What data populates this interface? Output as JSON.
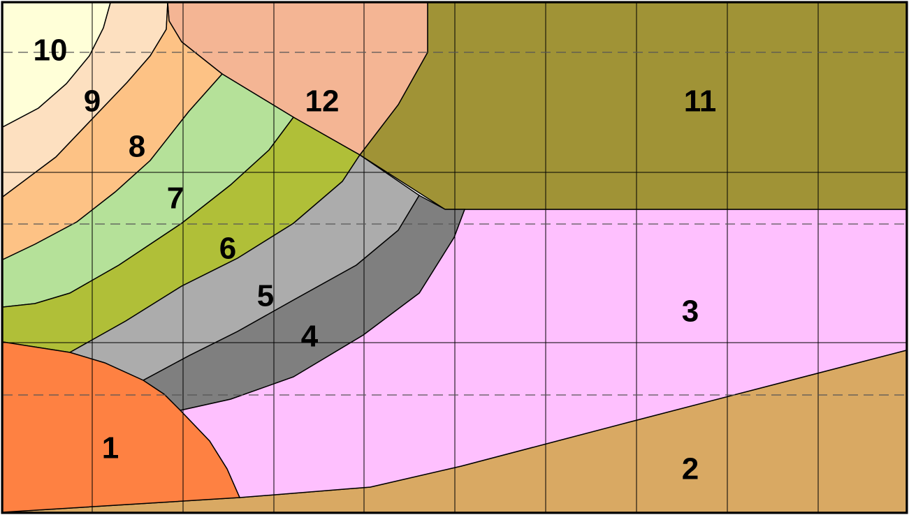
{
  "regions": [
    {
      "id": "10",
      "label": "10",
      "color": "#ffffd8"
    },
    {
      "id": "9",
      "label": "9",
      "color": "#fde0c0"
    },
    {
      "id": "8",
      "label": "8",
      "color": "#fdc285"
    },
    {
      "id": "7",
      "label": "7",
      "color": "#b5e199"
    },
    {
      "id": "6",
      "label": "6",
      "color": "#b0bf38"
    },
    {
      "id": "5",
      "label": "5",
      "color": "#acacac"
    },
    {
      "id": "4",
      "label": "4",
      "color": "#7f7f7f"
    },
    {
      "id": "12",
      "label": "12",
      "color": "#f4b594"
    },
    {
      "id": "11",
      "label": "11",
      "color": "#a09336"
    },
    {
      "id": "3",
      "label": "3",
      "color": "#fec0fe"
    },
    {
      "id": "2",
      "label": "2",
      "color": "#d9a963"
    },
    {
      "id": "1",
      "label": "1",
      "color": "#fe8142"
    }
  ]
}
